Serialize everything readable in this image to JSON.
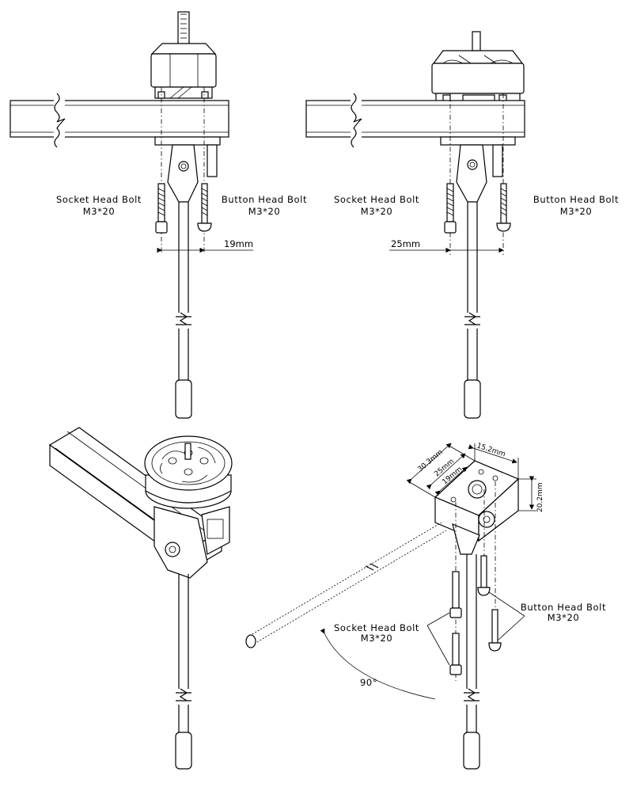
{
  "views": {
    "top_left": {
      "socket_label": "Socket Head Bolt",
      "socket_size": "M3*20",
      "button_label": "Button Head Bolt",
      "button_size": "M3*20",
      "spacing": "19mm"
    },
    "top_right": {
      "socket_label": "Socket Head Bolt",
      "socket_size": "M3*20",
      "button_label": "Button Head Bolt",
      "button_size": "M3*20",
      "spacing": "25mm"
    },
    "bottom_right": {
      "dim_30_3": "30.3mm",
      "dim_25": "25mm",
      "dim_19": "19mm",
      "dim_15_2": "15.2mm",
      "dim_20_2": "20.2mm",
      "socket_label": "Socket Head Bolt",
      "socket_size": "M3*20",
      "button_label": "Button Head Bolt",
      "button_size": "M3*20",
      "angle": "90°"
    }
  }
}
